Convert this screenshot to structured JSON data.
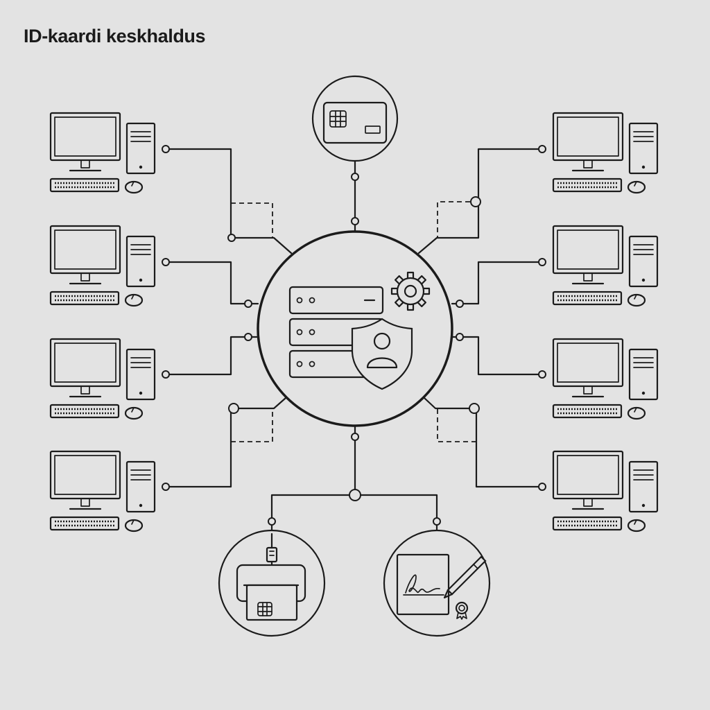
{
  "title": "ID-kaardi keskhaldus",
  "workstations": {
    "left_count": 4,
    "right_count": 4,
    "icon": "desktop-computer-icon"
  },
  "central_hub": {
    "icons": [
      "server-stack-icon",
      "gear-icon",
      "shield-user-icon"
    ]
  },
  "peripherals": [
    {
      "position": "top",
      "icon": "chip-card-icon"
    },
    {
      "position": "bottom-left",
      "icon": "card-reader-icon"
    },
    {
      "position": "bottom-right",
      "icon": "digital-signature-icon"
    }
  ],
  "colors": {
    "background": "#e3e3e3",
    "stroke": "#1b1b1b"
  }
}
